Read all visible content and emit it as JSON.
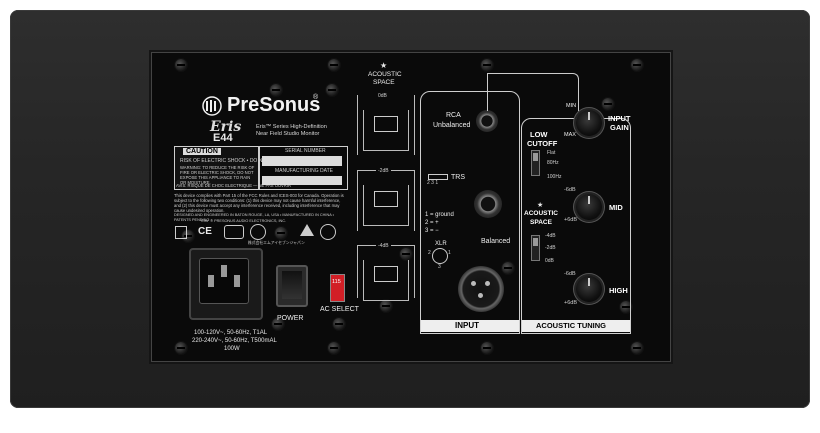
{
  "brand": {
    "name": "PreSonus",
    "registered": "®",
    "model_script": "Eris",
    "model": "E44",
    "series_line1": "Eris™ Series High-Definition",
    "series_line2": "Near Field Studio Monitor"
  },
  "warning": {
    "caution": "CAUTION",
    "line1": "RISK OF ELECTRIC SHOCK • DO NOT OPEN",
    "text": "WARNING: TO REDUCE THE RISK OF FIRE OR ELECTRIC SHOCK, DO NOT EXPOSE THIS APPLIANCE TO RAIN OR MOISTURE.",
    "avis": "AVIS: RISQUE DE CHOC ELECTRIQUE — NE PAS OUVRIR"
  },
  "serial": {
    "label1": "SERIAL NUMBER",
    "label2": "MANUFACTURING DATE"
  },
  "fcc": "This device complies with Part 15 of the FCC Rules and ICES-003 for Canada. Operation is subject to the following two conditions: (1) this device may not cause harmful interference, and (2) this device must accept any interference received, including interference that may cause undesired operation.",
  "designed": "DESIGNED AND ENGINEERED IN BATON ROUGE, LA, USA • MANUFACTURED IN CHINA • PATENTS PENDING",
  "copyright": "\"Eris\" ® PRESONUS AUDIO ELECTRONICS, INC.",
  "japanese": "株式会社エムアイセブンジャパン",
  "power": {
    "label": "POWER",
    "spec1": "100-120V~, 50-60Hz, T1AL",
    "spec2": "220-240V~, 50-60Hz, T500mAL",
    "watts": "100W"
  },
  "ac_select": {
    "label": "AC SELECT",
    "value": "115"
  },
  "acoustic_space_diagrams": {
    "star": "★",
    "title1": "ACOUSTIC",
    "title2": "SPACE",
    "levels": [
      "0dB",
      "-2dB",
      "-4dB"
    ]
  },
  "input": {
    "title": "INPUT",
    "rca1": "RCA",
    "rca2": "Unbalanced",
    "trs": "TRS",
    "balanced": "Balanced",
    "xlr": "XLR",
    "pins": [
      "1 = ground",
      "2 = +",
      "3 = −"
    ],
    "trs_pins": "2 3 1",
    "xlr_pin_labels": [
      "2",
      "1",
      "3"
    ]
  },
  "tuning": {
    "title": "ACOUSTIC TUNING",
    "input_gain1": "INPUT",
    "input_gain2": "GAIN",
    "min": "MIN",
    "max": "MAX",
    "low_cutoff1": "LOW",
    "low_cutoff2": "CUTOFF",
    "low_opts": [
      "Flat",
      "80Hz",
      "100Hz"
    ],
    "mid": "MID",
    "mid_plus": "+6dB",
    "mid_minus": "-6dB",
    "acoustic1": "ACOUSTIC",
    "acoustic2": "SPACE",
    "star": "★",
    "space_opts": [
      "-4dB",
      "-2dB",
      "0dB"
    ],
    "high": "HIGH",
    "high_plus": "+6dB",
    "high_minus": "-6dB"
  }
}
